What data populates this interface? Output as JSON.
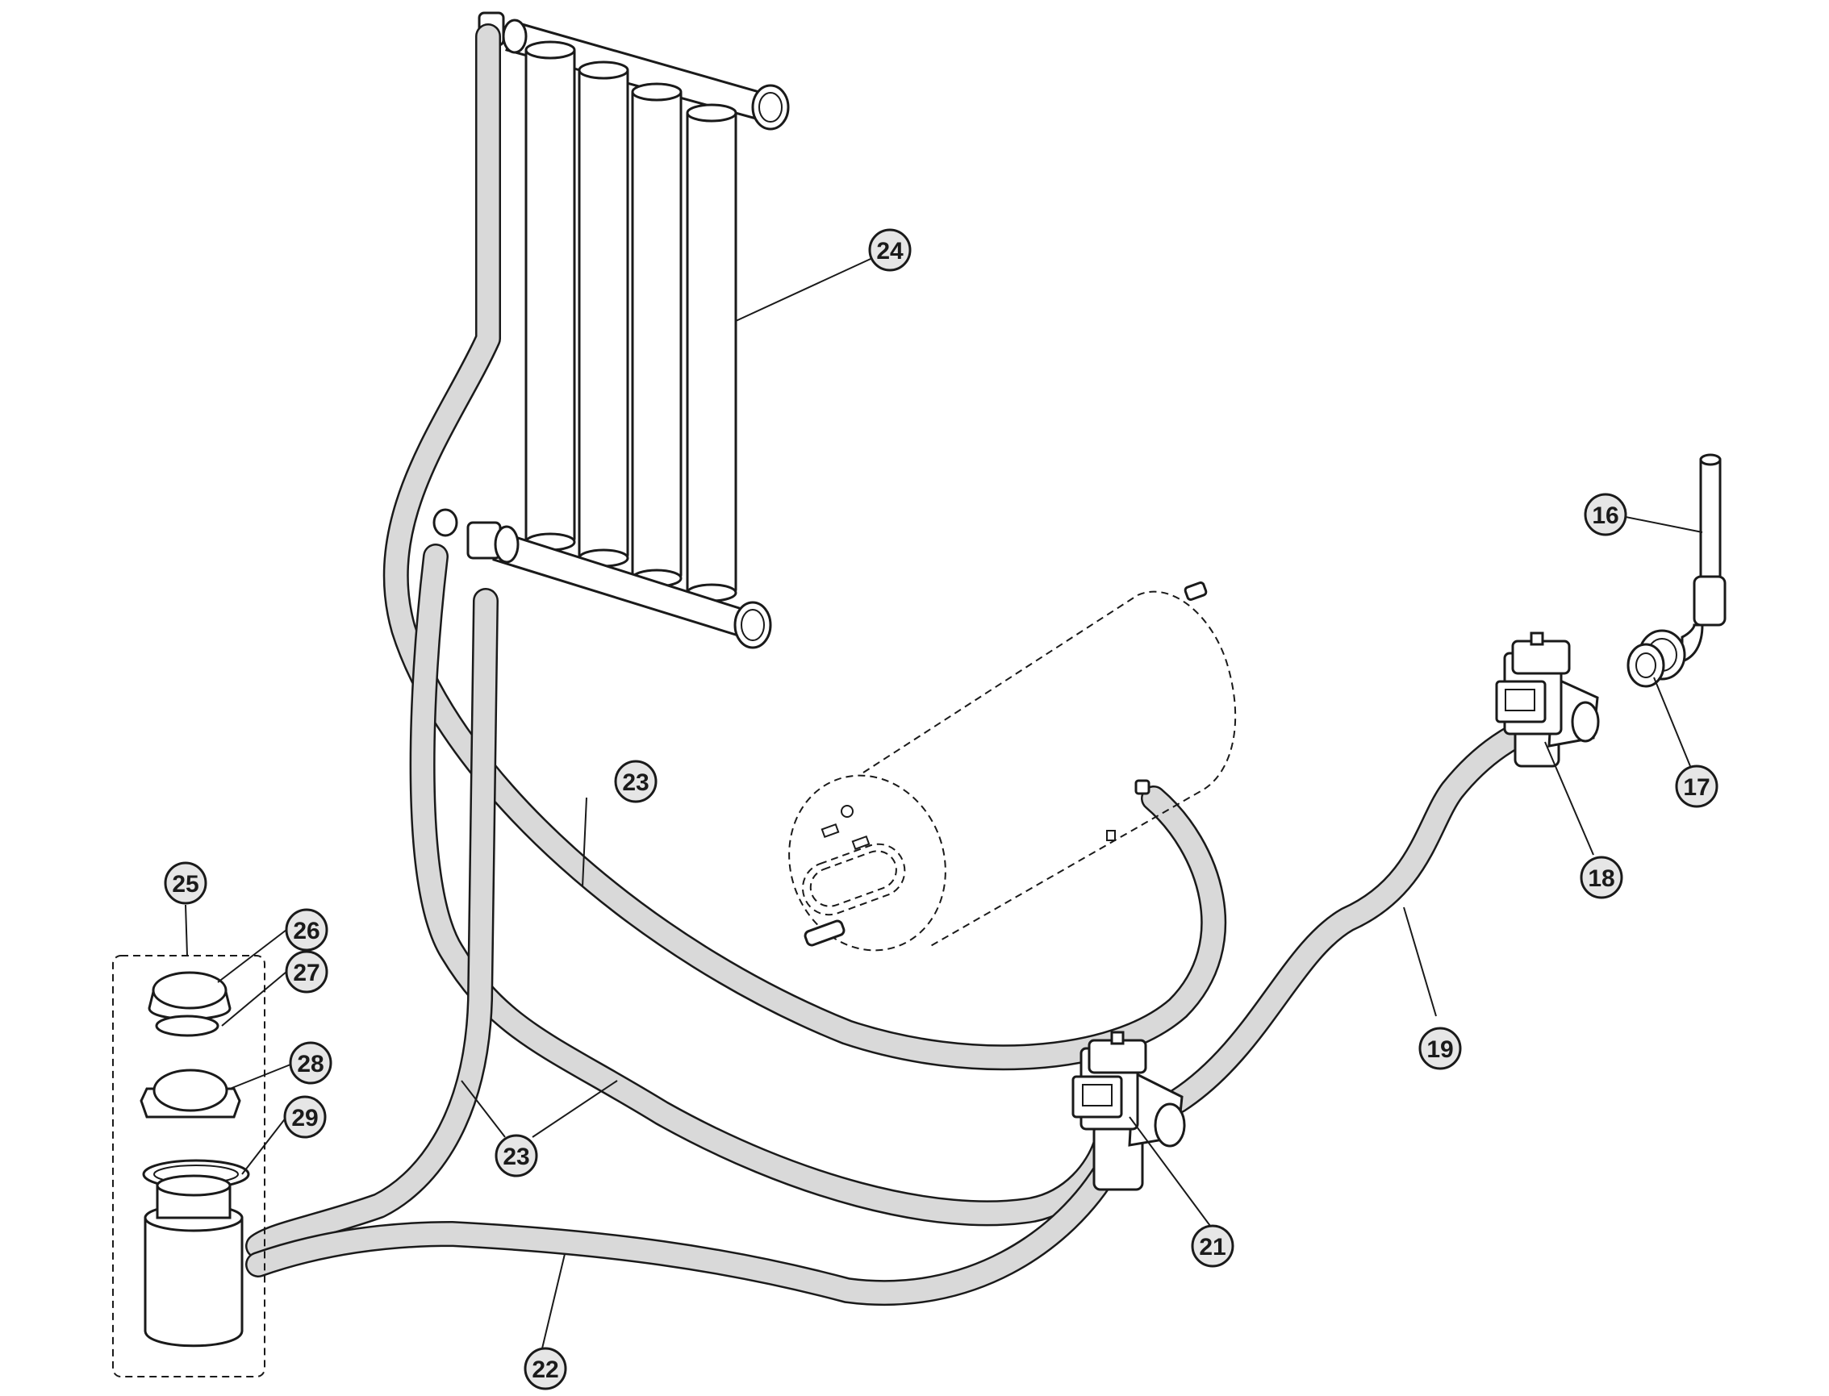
{
  "callouts": [
    {
      "id": "16",
      "label": "16"
    },
    {
      "id": "17",
      "label": "17"
    },
    {
      "id": "18",
      "label": "18"
    },
    {
      "id": "19",
      "label": "19"
    },
    {
      "id": "21",
      "label": "21"
    },
    {
      "id": "22",
      "label": "22"
    },
    {
      "id": "23a",
      "label": "23"
    },
    {
      "id": "23b",
      "label": "23"
    },
    {
      "id": "24",
      "label": "24"
    },
    {
      "id": "25",
      "label": "25"
    },
    {
      "id": "26",
      "label": "26"
    },
    {
      "id": "27",
      "label": "27"
    },
    {
      "id": "28",
      "label": "28"
    },
    {
      "id": "29",
      "label": "29"
    }
  ],
  "colors": {
    "line": "#1a1a1a",
    "hose_fill": "#d9d9d9",
    "callout_fill": "#e6e6e6",
    "background": "#ffffff"
  }
}
